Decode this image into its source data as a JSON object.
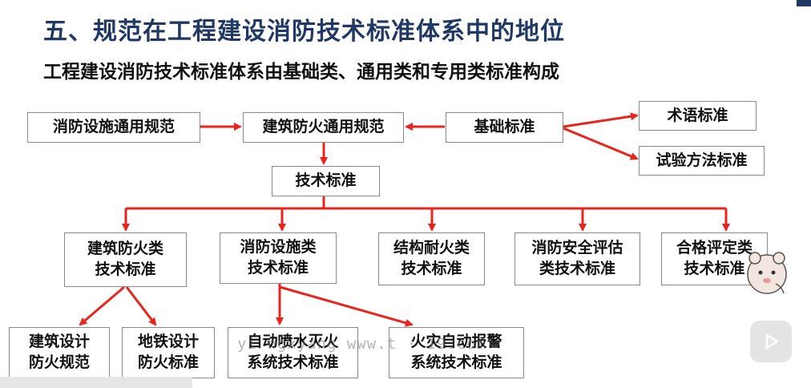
{
  "slide": {
    "title": "五、规范在工程建设消防技术标准体系中的地位",
    "subtitle": "工程建设消防技术标准体系由基础类、通用类和专用类标准构成"
  },
  "nodes": {
    "fire_facility_general": "消防设施通用规范",
    "building_fire_general": "建筑防火通用规范",
    "basic_standards": "基础标准",
    "terminology": "术语标准",
    "test_methods": "试验方法标准",
    "technical_standards": "技术标准",
    "building_fire_cat": "建筑防火类\n技术标准",
    "fire_facility_cat": "消防设施类\n技术标准",
    "structure_fire_resist": "结构耐火类\n技术标准",
    "fire_safety_eval": "消防安全评估\n类技术标准",
    "conformity_assess": "合格评定类\n技术标准",
    "building_design_code": "建筑设计\n防火规范",
    "metro_design_std": "地铁设计\n防火标准",
    "sprinkler_std": "自动喷水灭火\n系统技术标准",
    "fire_alarm_std": "火灾自动报警\n系统技术标准"
  },
  "watermark": "yi ngxyang www.t ·  19.com",
  "colors": {
    "arrow": "#e8241c",
    "title": "#1f3864",
    "border": "#8a8a8a"
  },
  "icons": {
    "play": "play-icon",
    "mascot": "mascot-icon"
  }
}
